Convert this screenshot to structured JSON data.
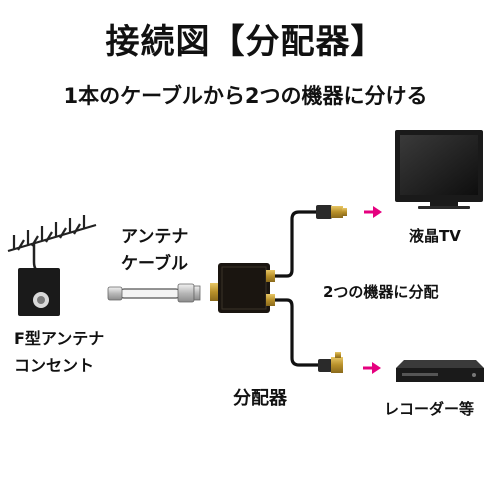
{
  "title": "接続図【分配器】",
  "subtitle": "1本のケーブルから2つの機器に分ける",
  "labels": {
    "tv": "液晶TV",
    "cable_line1": "アンテナ",
    "cable_line2": "ケーブル",
    "two_devices": "2つの機器に分配",
    "outlet_line1": "F型アンテナ",
    "outlet_line2": "コンセント",
    "splitter": "分配器",
    "recorder": "レコーダー等"
  },
  "colors": {
    "arrow": "#e5007f",
    "device": "#1a1a1a",
    "cable": "#111111",
    "connector": "#c9a233"
  }
}
